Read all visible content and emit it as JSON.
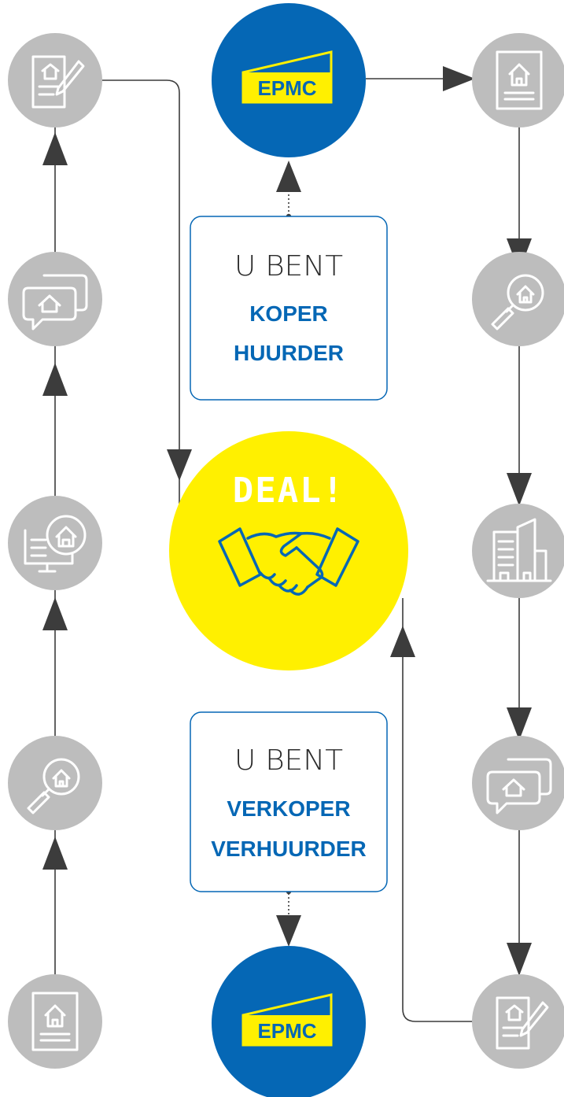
{
  "colors": {
    "brand_blue": "#0567b5",
    "brand_yellow": "#fff000",
    "node_grey": "#bdbdbd",
    "line_dark": "#3c3c3c",
    "icon_white": "#ffffff"
  },
  "epmc_top": {
    "logo_text": "EPMC"
  },
  "epmc_bottom": {
    "logo_text": "EPMC"
  },
  "deal": {
    "title": "DEAL!",
    "icon": "handshake-icon"
  },
  "buyer_box": {
    "prefix": "U BENT",
    "line1": "KOPER",
    "line2": "HUURDER"
  },
  "seller_box": {
    "prefix": "U BENT",
    "line1": "VERKOPER",
    "line2": "VERHUURDER"
  },
  "left_column": {
    "nodes": [
      {
        "icon": "contract-signing-icon"
      },
      {
        "icon": "chat-house-icon"
      },
      {
        "icon": "online-listing-icon"
      },
      {
        "icon": "house-search-icon"
      },
      {
        "icon": "house-document-icon"
      }
    ]
  },
  "right_column": {
    "nodes": [
      {
        "icon": "house-document-icon"
      },
      {
        "icon": "house-search-icon"
      },
      {
        "icon": "buildings-icon"
      },
      {
        "icon": "chat-house-icon"
      },
      {
        "icon": "contract-signing-icon"
      }
    ]
  }
}
